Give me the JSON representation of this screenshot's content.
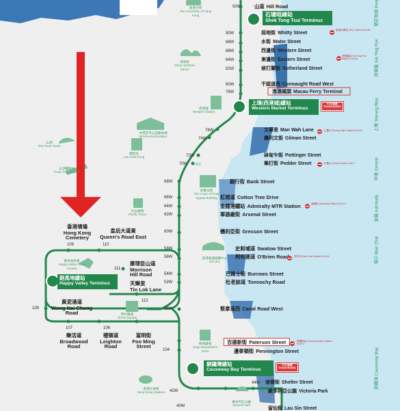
{
  "map_title": "",
  "colors": {
    "route": "#22874c",
    "sea": "#c9e6f3",
    "land": "#efefef",
    "land_wt": "#d9d9d9",
    "label_green": "#2e9a5e",
    "red": "#d3343d",
    "arrow": "#e02424"
  },
  "terminals": {
    "stt": {
      "zh": "石塘咀總站",
      "en": "Shek Tong Tsui Terminus"
    },
    "wm": {
      "zh": "上環(西港城)總站",
      "en": "Western Market Terminus"
    },
    "hv": {
      "zh": "跑馬地總站",
      "en": "Happy Valley Terminus"
    },
    "cb": {
      "zh": "銅鑼灣總站",
      "en": "Causeway Bay Terminus"
    }
  },
  "badges": {
    "tramoramic": "叮叮車遊 TRAMORAMIC"
  },
  "mtr_notes": {
    "hku": "香港大學站 HKU Station Exit B1",
    "syp": "西營盤站 Sai Ying Pun Station Exit A2",
    "sw": "上環站 Sheung Wan Station Exit E1",
    "central": "中環站 Central Station Exit C",
    "adm": "金鐘站 Admiralty Station Exit C1",
    "wc": "灣仔站 Wan Chai Station Exit A1",
    "cwb": "銅鑼灣站 Causeway Bay Station Exit F1"
  },
  "stops_east": [
    {
      "zh": "山道",
      "en": "Hill Road",
      "code": "92W"
    },
    {
      "zh": "屈地街",
      "en": "Whitty Street",
      "code": "90W"
    },
    {
      "zh": "水街",
      "en": "Water Street",
      "code": "88W"
    },
    {
      "zh": "西邊街",
      "en": "Western Street",
      "code": "86W"
    },
    {
      "zh": "東邊街",
      "en": "Eastern Street",
      "code": "84W"
    },
    {
      "zh": "修打蘭街",
      "en": "Sutherland Street",
      "code": "82W"
    },
    {
      "zh": "干諾道西",
      "en": "Connaught Road West",
      "code": "80W"
    },
    {
      "zh": "港澳碼頭",
      "en": "Macau Ferry Terminal",
      "code": "78W"
    },
    {
      "zh": "文華里",
      "en": "Man Wah Lane",
      "code": "76W"
    },
    {
      "zh": "機利文街",
      "en": "Gilman Street",
      "code": "74W"
    },
    {
      "zh": "砵甸乍街",
      "en": "Pottinger Street",
      "code": "72W"
    },
    {
      "zh": "畢打街",
      "en": "Pedder Street",
      "code": "70W"
    },
    {
      "zh": "銀行街",
      "en": "Bank Street",
      "code": "68W"
    },
    {
      "zh": "紅棉道",
      "en": "Cotton Tree Drive",
      "code": "66W"
    },
    {
      "zh": "金鐘港鐵站",
      "en": "Admiralty MTR Station",
      "code": "64W"
    },
    {
      "zh": "軍器廠街",
      "en": "Arsenal Street",
      "code": "62W"
    },
    {
      "zh": "機利臣街",
      "en": "Gresson Street",
      "code": "60W"
    },
    {
      "zh": "史釗域道",
      "en": "Swatow Street",
      "code": "58W"
    },
    {
      "zh": "柯布連道",
      "en": "O'Brien Road",
      "code": "56W"
    },
    {
      "zh": "巴路士街",
      "en": "Burrows Street",
      "code": "54W"
    },
    {
      "zh": "杜老誌道",
      "en": "Tonnochy Road",
      "code": "52W"
    },
    {
      "zh": "堅拿道西",
      "en": "Canal Road West",
      "code": "50W"
    },
    {
      "zh": "百德新街",
      "en": "Paterson Street",
      "code": ""
    },
    {
      "zh": "邊寧頓街",
      "en": "Pennington Street",
      "code": ""
    },
    {
      "zh": "信德街",
      "en": "Shelter Street",
      "code": "44W"
    },
    {
      "zh": "維多利亞公園",
      "en": "Victoria Park",
      "code": "42W"
    },
    {
      "zh": "留仙街",
      "en": "Lau Sin Street",
      "code": "40W"
    }
  ],
  "stops_west": [
    {
      "zh": "香港墳場",
      "en": "Hong Kong Cemetery"
    },
    {
      "zh": "皇后大道東",
      "en": "Queen's Road East"
    },
    {
      "zh": "摩理臣山道",
      "en": "Morrison Hill Road"
    },
    {
      "zh": "天樂里",
      "en": "Tin Lok Lane"
    },
    {
      "zh": "黃泥涌道",
      "en": "Wong Nai Chung Road"
    },
    {
      "zh": "樂活道",
      "en": "Broadwood Road"
    },
    {
      "zh": "禮頓道",
      "en": "Leighton Road"
    },
    {
      "zh": "富明街",
      "en": "Foo Ming Street"
    }
  ],
  "west_codes": {
    "c109": "109",
    "c110": "110",
    "c111": "111",
    "c112": "112",
    "c108": "108",
    "c107": "107",
    "c106": "106",
    "c104": "104"
  },
  "landmarks": [
    {
      "zh": "香港大學",
      "en": "The University of Hong Kong"
    },
    {
      "zh": "海味街",
      "en": "Dried Seafood Street"
    },
    {
      "zh": "西港城",
      "en": "Western Market"
    },
    {
      "zh": "中環至半山自動扶梯",
      "en": "Mid-levels Escalator"
    },
    {
      "zh": "山頂",
      "en": "The Peak Tower"
    },
    {
      "zh": "蘭桂坊",
      "en": "Lan Kwai Fong"
    },
    {
      "zh": "山頂纜車站",
      "en": "Peak Tram Station"
    },
    {
      "zh": "終審法院",
      "en": "The Court of Final Appeal Building"
    },
    {
      "zh": "太古廣場",
      "en": "Pacific Place"
    },
    {
      "zh": "香港會議展覽中心",
      "en": "HKCEC"
    },
    {
      "zh": "跑馬地馬場",
      "en": "Happy Valley Race Course"
    },
    {
      "zh": "時代廣場",
      "en": "Times Square"
    },
    {
      "zh": "希慎廣場",
      "en": "Sogo Department Store"
    },
    {
      "zh": "香港大球場",
      "en": "Hong Kong Stadium"
    },
    {
      "zh": "維多利亞公園",
      "en": "Victoria Park"
    }
  ],
  "ifc_label": "IFC",
  "districts": {
    "kt": "堅尼地城 Kennedy Town",
    "syp": "西營盤 Sai Ying Pun",
    "sw": "上環 Sheung Wan",
    "central": "中環 Central",
    "admiralty": "金鐘 Admiralty",
    "wanchai": "灣仔 Wan Chai",
    "cwb": "銅鑼灣 Causeway Bay"
  }
}
